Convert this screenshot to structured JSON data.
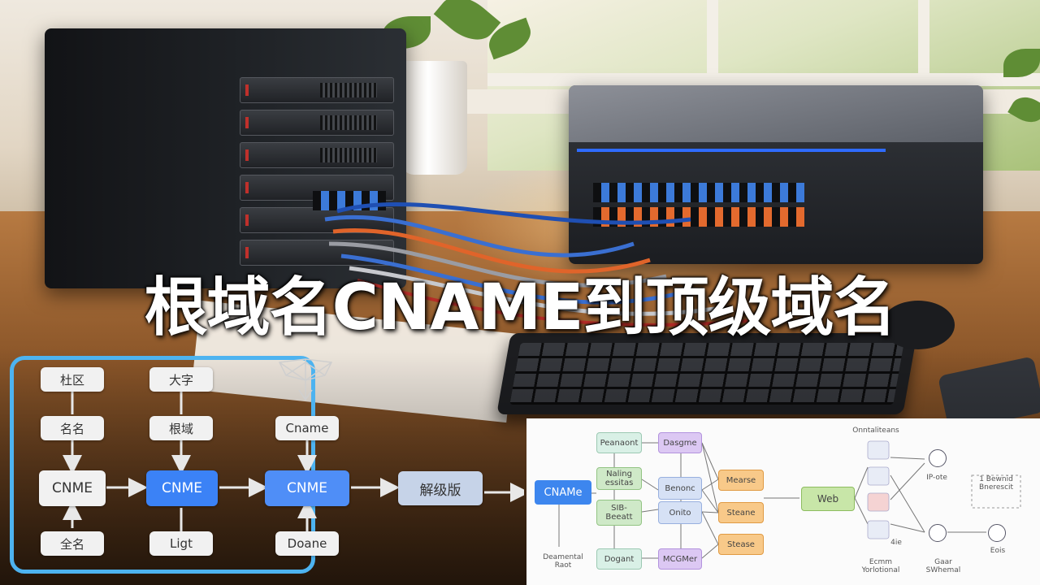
{
  "title": "根域名CNAME到顶级域名",
  "left_diagram": {
    "col1": {
      "top": "杜区",
      "mid": "名名",
      "main": "CNME",
      "bottom": "全名"
    },
    "col2": {
      "top": "大字",
      "mid": "根域",
      "main": "CNME",
      "bottom": "Ligt"
    },
    "col3": {
      "top": "Cname",
      "main": "CNME",
      "bottom": "Doane"
    },
    "result": "解级版"
  },
  "right_diagram": {
    "main": "CNAMe",
    "bottom_left_label": "Deamental\nRaot",
    "col1": [
      "Peanaont",
      "Naling\nessitas",
      "SIB-\nBeeatt",
      "Dogant"
    ],
    "col2": [
      "Dasgme",
      "Benonc",
      "Onito",
      "MCGMer"
    ],
    "col3": [
      "Mearse",
      "Steane",
      "Stease"
    ],
    "web": "Web",
    "top_label": "Onntaliteans",
    "ip_label": "IP-ote",
    "side_label": "1 Bewnid\nBnerescit",
    "bottom_labels": [
      "Ecmm\nYorlotional",
      "Gaar\nSWhemal",
      "Eois"
    ],
    "stat_label": "4ie"
  },
  "colors": {
    "frame": "#4db3f0",
    "blue_node": "#3b82f6",
    "title": "#ffffff"
  }
}
